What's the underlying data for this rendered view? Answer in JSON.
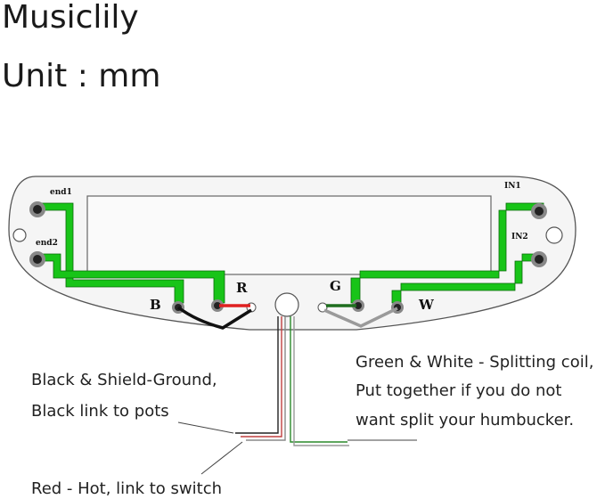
{
  "header": {
    "brand": "Musiclily",
    "unit": "Unit : mm"
  },
  "diagram": {
    "terminals": {
      "end1": "end1",
      "end2": "end2",
      "in1": "IN1",
      "in2": "IN2"
    },
    "tabs": {
      "b": "B",
      "r": "R",
      "g": "G",
      "w": "W"
    },
    "colors": {
      "trace": "#18c418",
      "black_wire": "#111111",
      "red_wire": "#e02020",
      "green_wire": "#1e6e1e",
      "white_wire": "#9a9a9a"
    }
  },
  "notes": {
    "black_line1": "Black & Shield-Ground,",
    "black_line2": "Black link to pots",
    "green_line1": "Green & White - Splitting coil,",
    "green_line2": "Put together if you do not",
    "green_line3": "want split your humbucker.",
    "red_line": "Red - Hot, link to switch"
  }
}
